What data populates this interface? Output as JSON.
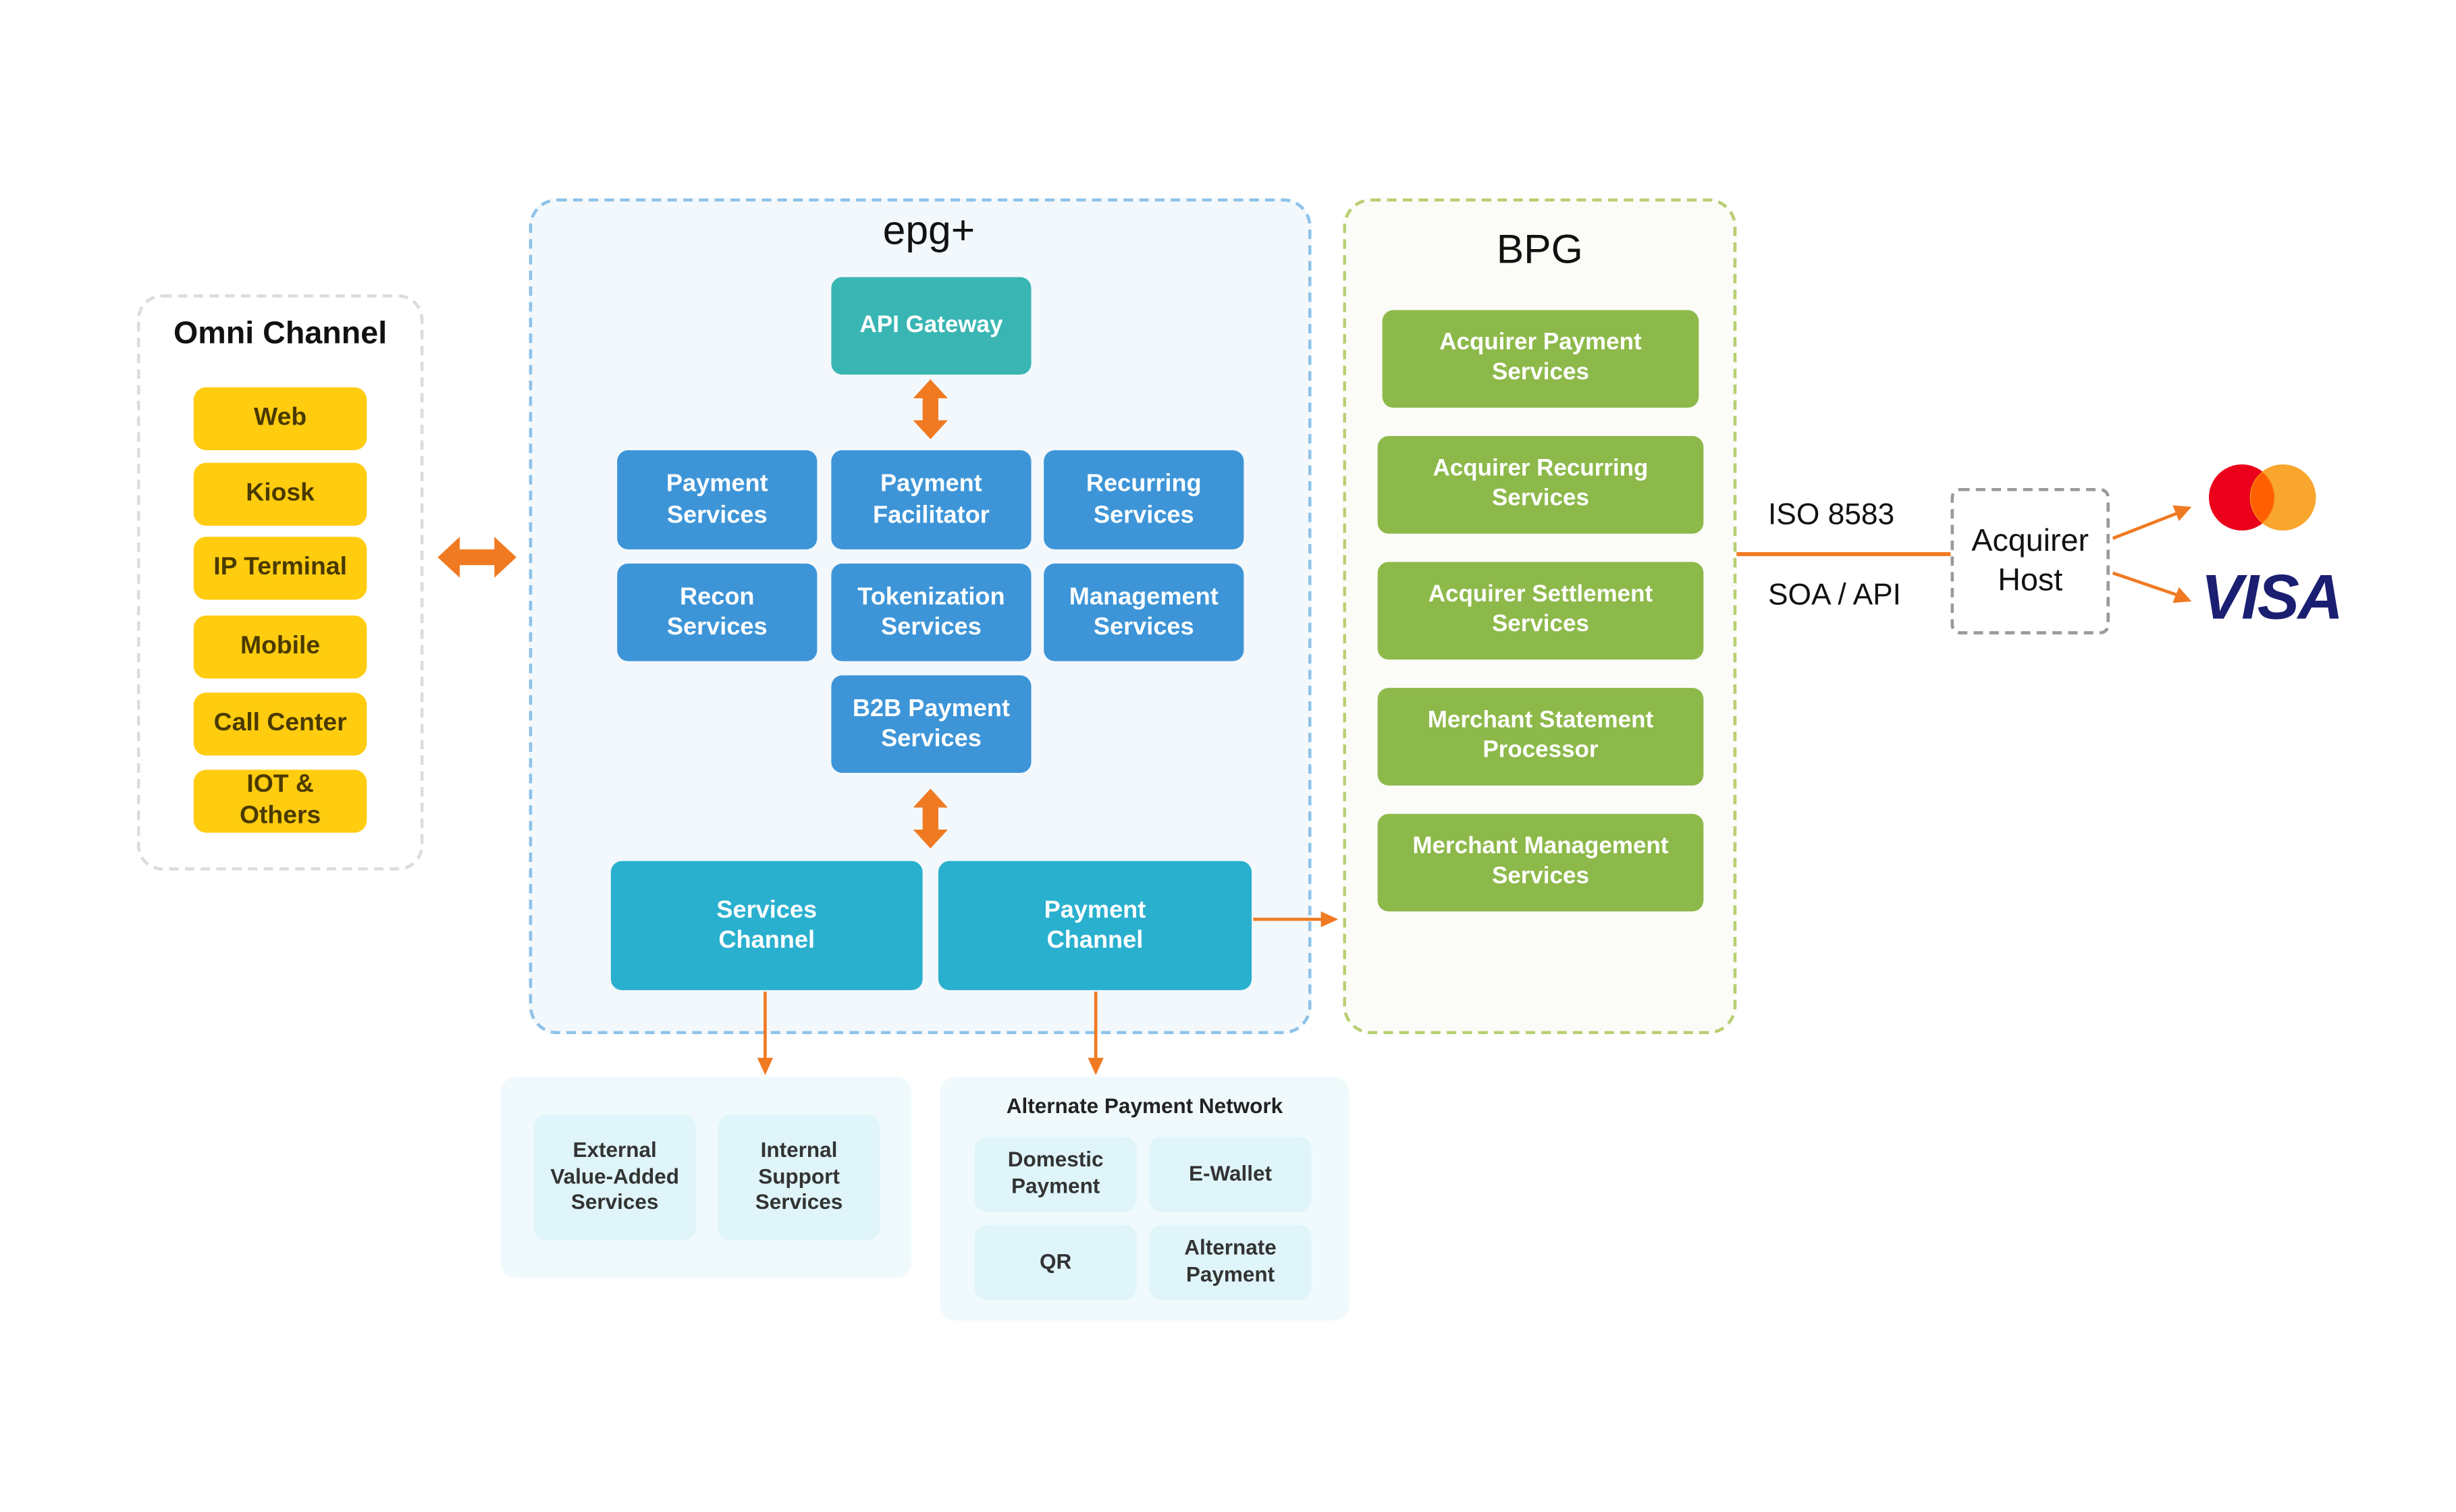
{
  "omni": {
    "title": "Omni Channel",
    "items": [
      "Web",
      "Kiosk",
      "IP Terminal",
      "Mobile",
      "Call Center",
      "IOT & Others"
    ]
  },
  "epg": {
    "title": "epg+",
    "api_gateway": "API Gateway",
    "services": [
      "Payment\nServices",
      "Payment\nFacilitator",
      "Recurring\nServices",
      "Recon\nServices",
      "Tokenization\nServices",
      "Management\nServices",
      "B2B Payment\nServices"
    ],
    "services_channel": "Services\nChannel",
    "payment_channel": "Payment\nChannel"
  },
  "bpg": {
    "title": "BPG",
    "items": [
      "Acquirer Payment\nServices",
      "Acquirer Recurring\nServices",
      "Acquirer Settlement\nServices",
      "Merchant Statement\nProcessor",
      "Merchant Management\nServices"
    ]
  },
  "link": {
    "protocol1": "ISO 8583",
    "protocol2": "SOA / API",
    "acquirer_host": "Acquirer\nHost"
  },
  "networks": {
    "visa": "VISA",
    "mastercard_colors": [
      "#eb001b",
      "#f79e1b"
    ]
  },
  "services_network": {
    "items": [
      "External\nValue-Added\nServices",
      "Internal\nSupport\nServices"
    ]
  },
  "alt_network": {
    "title": "Alternate Payment Network",
    "items": [
      "Domestic\nPayment",
      "E-Wallet",
      "QR",
      "Alternate\nPayment"
    ]
  },
  "colors": {
    "arrow": "#f07a22",
    "yellow": "#ffcc10",
    "teal": "#39b6b3",
    "blue": "#3d95d8",
    "cyan": "#2ab0cf",
    "green": "#8db94a",
    "visa": "#1a1f71"
  }
}
